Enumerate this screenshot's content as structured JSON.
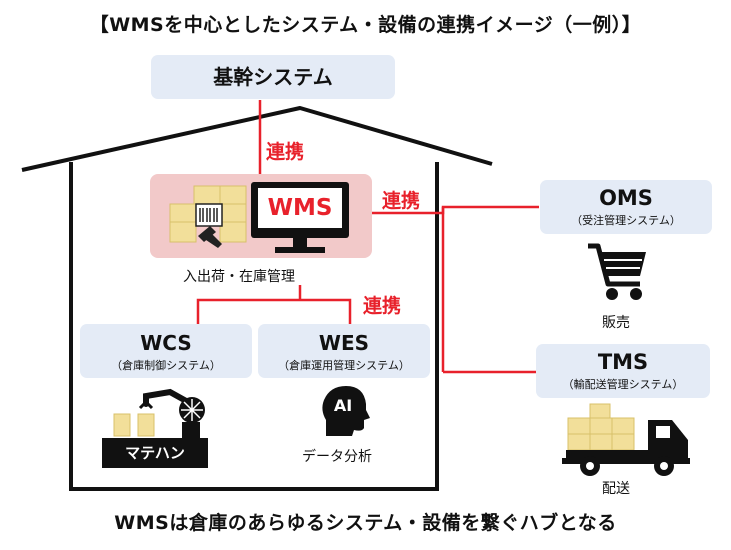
{
  "title": "【WMSを中心としたシステム・設備の連携イメージ（一例）】",
  "caption": "WMSは倉庫のあらゆるシステム・設備を繋ぐハブとなる",
  "core_system": "基幹システム",
  "link_label": "連携",
  "wms": {
    "name": "WMS",
    "function": "入出荷・在庫管理"
  },
  "wcs": {
    "name": "WCS",
    "desc": "（倉庫制御システム）",
    "device": "マテハン"
  },
  "wes": {
    "name": "WES",
    "desc": "（倉庫運用管理システム）",
    "device": "データ分析",
    "ai_text": "AI"
  },
  "oms": {
    "name": "OMS",
    "desc": "（受注管理システム）",
    "function": "販売"
  },
  "tms": {
    "name": "TMS",
    "desc": "（輸配送管理システム）",
    "function": "配送"
  },
  "colors": {
    "link_red": "#e8212b",
    "box_blue": "#e4ebf6",
    "wms_pink": "#f2c9c9",
    "wms_red": "#e8212b"
  }
}
